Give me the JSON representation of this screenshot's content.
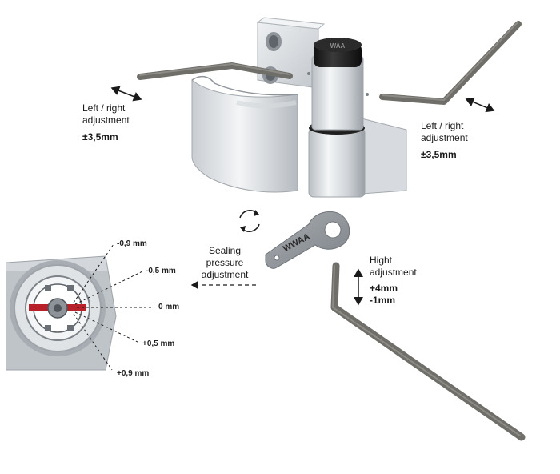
{
  "labels": {
    "left_adjust_title_line1": "Left / right",
    "left_adjust_title_line2": "adjustment",
    "left_adjust_value": "±3,5mm",
    "right_adjust_title_line1": "Left / right",
    "right_adjust_title_line2": "adjustment",
    "right_adjust_value": "±3,5mm",
    "sealing_line1": "Sealing",
    "sealing_line2": "pressure",
    "sealing_line3": "adjustment",
    "height_line1": "Hight",
    "height_line2": "adjustment",
    "height_value_up": "+4mm",
    "height_value_down": "-1mm"
  },
  "tool_brand": "WWAA",
  "cap_brand": "WAA",
  "sealing_scale": [
    {
      "label": "-0,9 mm"
    },
    {
      "label": "-0,5 mm"
    },
    {
      "label": "0 mm"
    },
    {
      "label": "+0,5 mm"
    },
    {
      "label": "+0,9 mm"
    }
  ],
  "colors": {
    "metal_light": "#e4e7ea",
    "metal_mid": "#c6cacf",
    "metal_dark": "#9aa0a6",
    "hex_key": "#6f6e69",
    "cap_black": "#1c1c1c",
    "indicator_red": "#b8202a"
  }
}
